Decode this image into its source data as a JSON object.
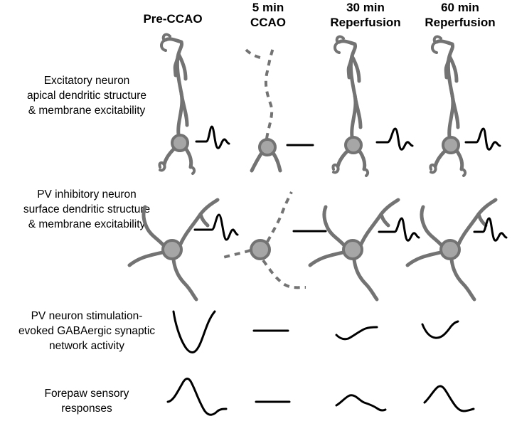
{
  "columns": [
    {
      "line1": "Pre-CCAO",
      "line2": ""
    },
    {
      "line1": "5 min",
      "line2": "CCAO"
    },
    {
      "line1": "30 min",
      "line2": "Reperfusion"
    },
    {
      "line1": "60 min",
      "line2": "Reperfusion"
    }
  ],
  "rows": [
    {
      "lines": [
        "Excitatory neuron",
        "apical dendritic structure",
        "& membrane excitability"
      ]
    },
    {
      "lines": [
        "PV inhibitory neuron",
        "surface dendritic structure",
        "& membrane excitability"
      ]
    },
    {
      "lines": [
        "PV neuron stimulation-",
        "evoked GABAergic synaptic",
        "network activity"
      ]
    },
    {
      "lines": [
        "Forepaw sensory",
        "responses"
      ]
    }
  ],
  "colors": {
    "neuron": "#737373",
    "soma_fill": "#a6a6a6",
    "trace": "#000000"
  }
}
